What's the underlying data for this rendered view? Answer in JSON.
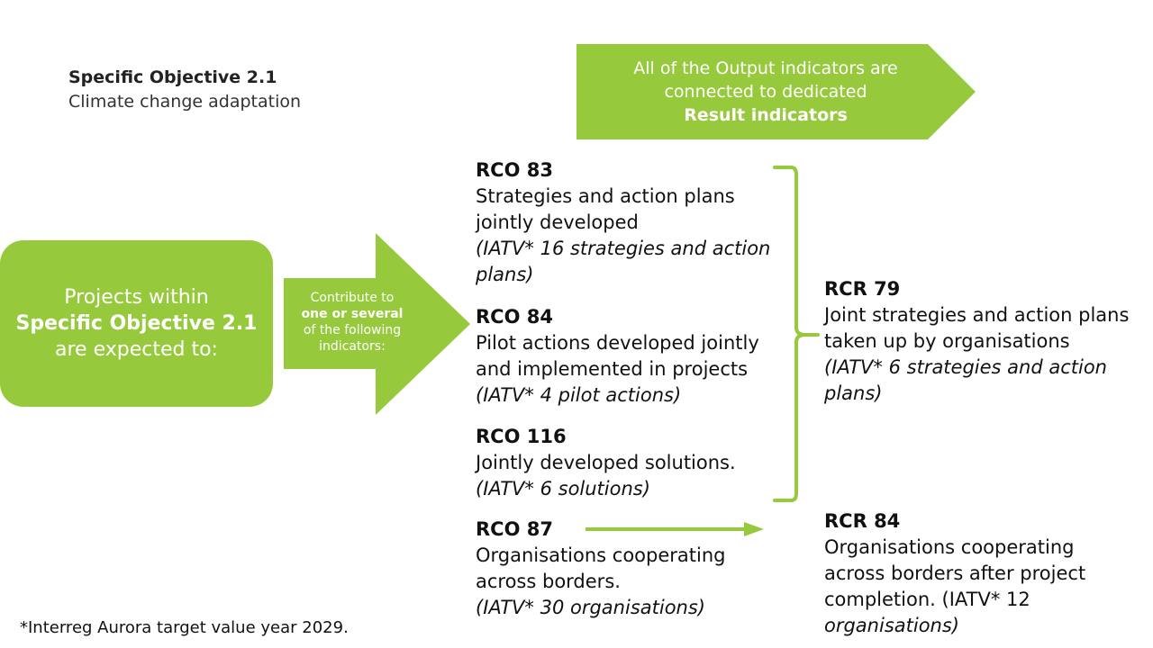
{
  "header": {
    "title": "Specific Objective 2.1",
    "subtitle": "Climate change adaptation"
  },
  "banner": {
    "line1": "All of the Output indicators are",
    "line2": "connected to dedicated",
    "line3": "Result indicators"
  },
  "projects_box": {
    "line1": "Projects within",
    "line2": "Specific Objective 2.1",
    "line3": "are expected to:"
  },
  "arrow": {
    "line1": "Contribute to",
    "line2": "one or several",
    "line3": "of the following",
    "line4": "indicators:"
  },
  "outputs": [
    {
      "code": "RCO 83",
      "line1": "Strategies and action plans",
      "line2": "jointly developed",
      "target1": "(IATV* 16 strategies and action",
      "target2": "plans)"
    },
    {
      "code": "RCO 84",
      "line1": "Pilot actions developed jointly",
      "line2": "and implemented in projects",
      "target1": "(IATV* 4 pilot actions)"
    },
    {
      "code": "RCO 116",
      "line1": "Jointly developed solutions.",
      "target1": "(IATV* 6 solutions)"
    },
    {
      "code": "RCO 87",
      "line1": "Organisations cooperating",
      "line2": "across borders.",
      "target1": "(IATV* 30 organisations)"
    }
  ],
  "results": [
    {
      "code": "RCR 79",
      "line1": "Joint strategies and action plans",
      "line2": "taken up by organisations",
      "target1": "(IATV* 6 strategies and action",
      "target2": "plans)"
    },
    {
      "code": "RCR 84",
      "line1": "Organisations cooperating",
      "line2": "across borders after project",
      "line3": "completion. (IATV* 12",
      "line4": "organisations)"
    }
  ],
  "footnote": "*Interreg Aurora target value year 2029.",
  "colors": {
    "green": "#97c93d",
    "text": "#111111"
  }
}
